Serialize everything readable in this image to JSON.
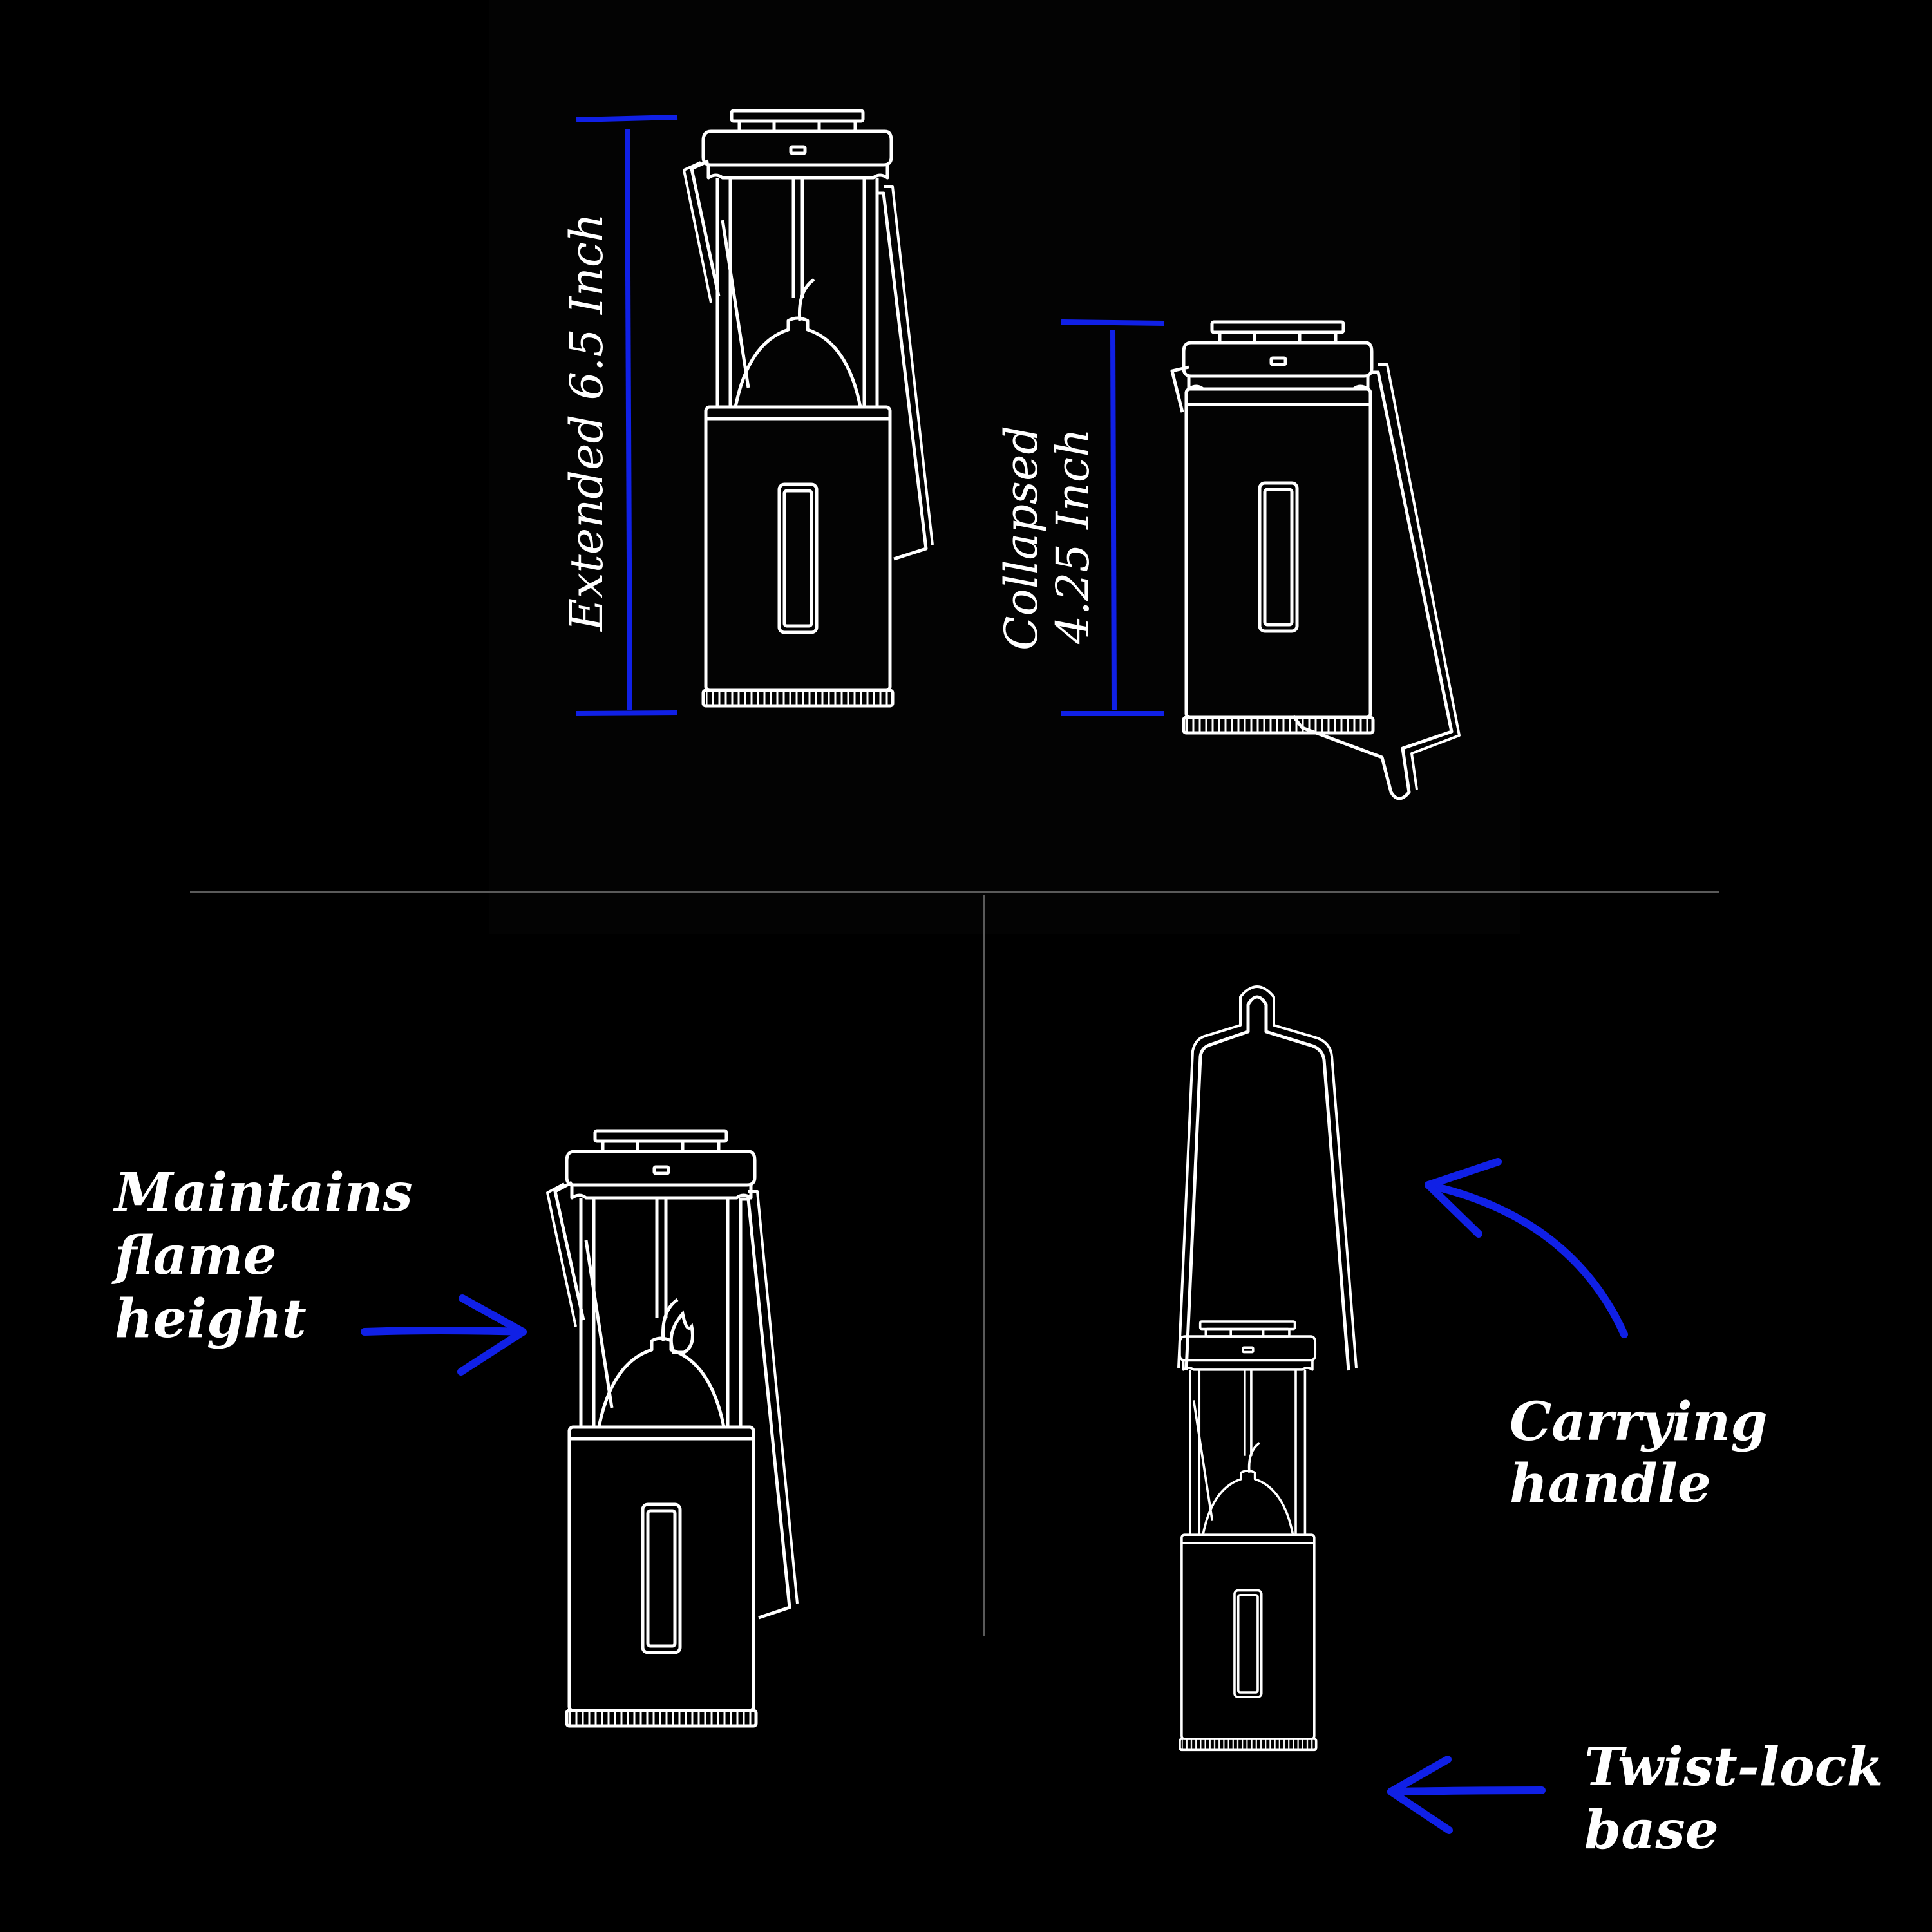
{
  "colors": {
    "background": "#000000",
    "line": "#ffffff",
    "accent": "#1020e6",
    "divider": "#5a5a5a"
  },
  "dimensions": {
    "extended": "Extended 6.5 Inch",
    "collapsed_line1": "Collapsed",
    "collapsed_line2": "4.25 Inch"
  },
  "callouts": {
    "flame_line1": "Maintains",
    "flame_line2": "flame",
    "flame_line3": "height",
    "handle_line1": "Carrying",
    "handle_line2": "handle",
    "base_line1": "Twist-lock",
    "base_line2": "base"
  },
  "icons": [
    "lantern-extended-icon",
    "lantern-collapsed-icon",
    "lantern-flame-icon",
    "lantern-hanging-icon",
    "arrow-right-icon",
    "arrow-left-icon",
    "curved-arrow-icon"
  ]
}
